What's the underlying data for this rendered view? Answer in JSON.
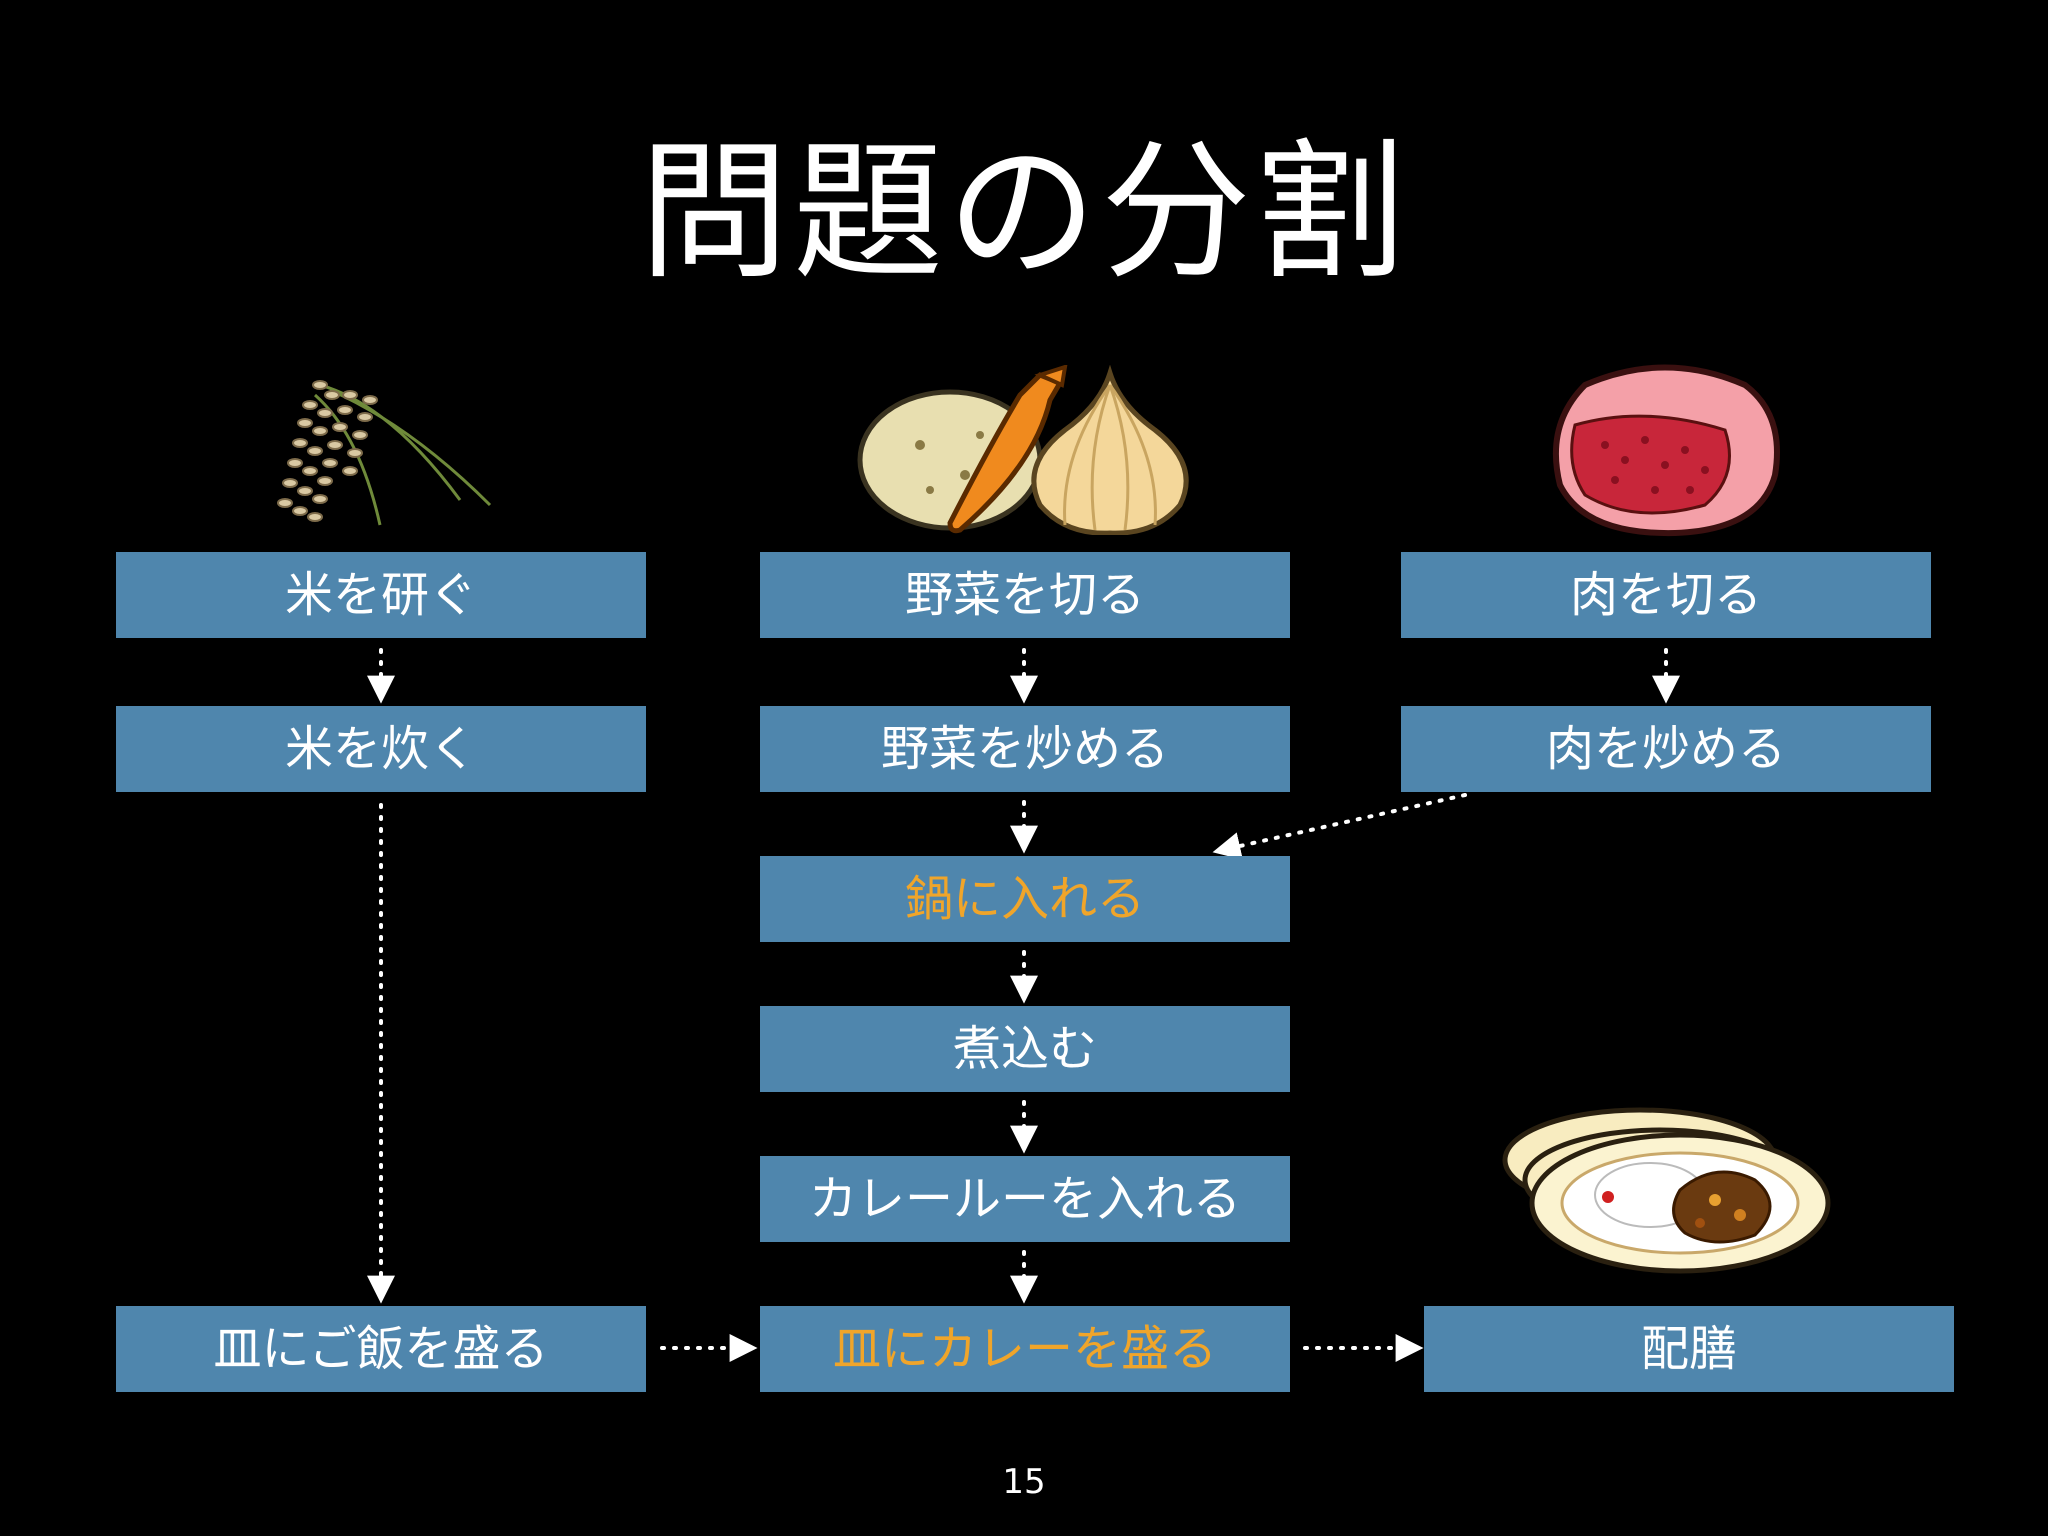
{
  "slide": {
    "title": "問題の分割",
    "page_number": "15"
  },
  "steps": {
    "rice_wash": "米を研ぐ",
    "rice_cook": "米を炊く",
    "rice_serve": "皿にご飯を盛る",
    "veg_cut": "野菜を切る",
    "veg_fry": "野菜を炒める",
    "pot_add": "鍋に入れる",
    "simmer": "煮込む",
    "roux_add": "カレールーを入れる",
    "curry_serve": "皿にカレーを盛る",
    "meat_cut": "肉を切る",
    "meat_fry": "肉を炒める",
    "deliver": "配膳"
  },
  "colors": {
    "background": "#000000",
    "box": "#4f86ad",
    "text": "#ffffff",
    "highlight_text": "#f0a52a",
    "arrow": "#ffffff"
  },
  "illustrations": {
    "rice": "rice-plant-icon",
    "vegetables": "vegetables-icon",
    "meat": "meat-icon",
    "curry": "curry-plates-icon"
  }
}
